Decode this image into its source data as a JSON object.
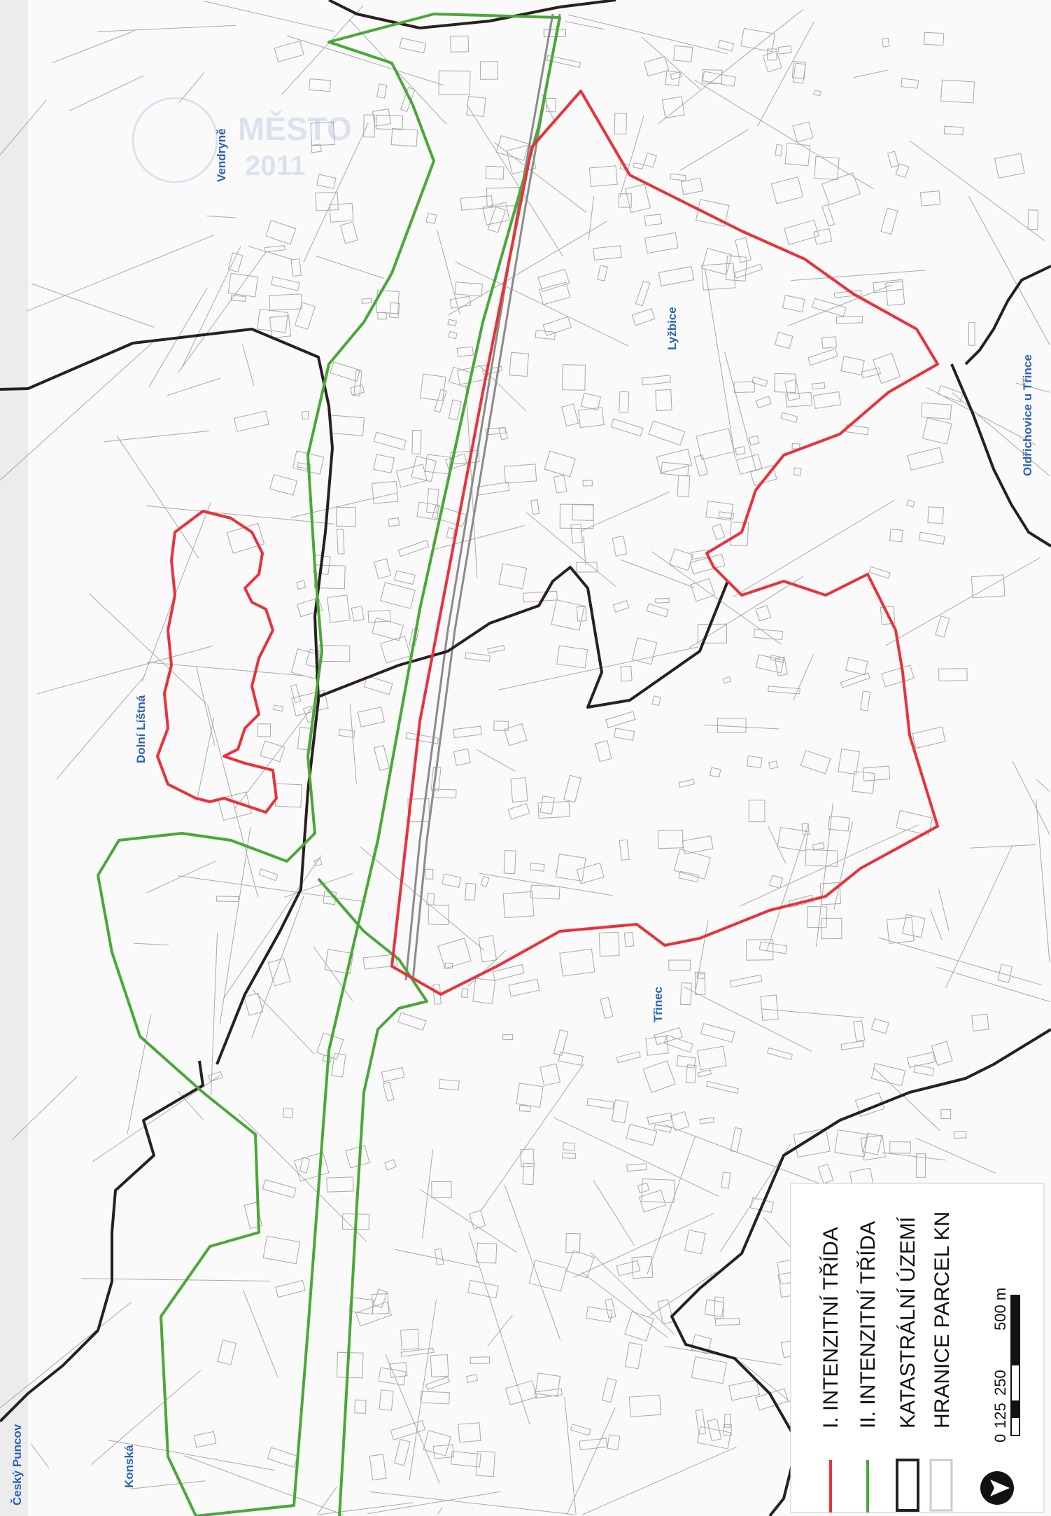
{
  "map": {
    "places": {
      "vendryne": "Vendryně",
      "lyzbice": "Lyžbice",
      "oldrichovice": "Oldřichovice u Třince",
      "dolni_listna": "Dolní Líštná",
      "trinec": "Třinec",
      "cesky_puncov": "Český Puncov",
      "konska": "Konská"
    },
    "faded_watermark": {
      "line1": "MĚSTO",
      "line2": "2011"
    }
  },
  "legend": {
    "items": [
      {
        "label": "I. INTENZITNÍ TŘÍDA",
        "symbol": "line",
        "color": "#e8323c"
      },
      {
        "label": "II. INTENZITNÍ TŘÍDA",
        "symbol": "line",
        "color": "#4aa838"
      },
      {
        "label": "KATASTRÁLNÍ ÚZEMÍ",
        "symbol": "box",
        "color": "#222222"
      },
      {
        "label": "HRANICE PARCEL KN",
        "symbol": "box",
        "color": "#cccccc"
      }
    ],
    "scale": {
      "ticks": [
        "0",
        "125",
        "250",
        "500 m"
      ],
      "unit": "m"
    },
    "north_arrow": "north-arrow-icon"
  },
  "colors": {
    "class1": "#e8323c",
    "class2": "#4aa838",
    "cadastral": "#2a1f1f",
    "parcels": "#9a9a9a",
    "labels": "#2b63b8"
  }
}
